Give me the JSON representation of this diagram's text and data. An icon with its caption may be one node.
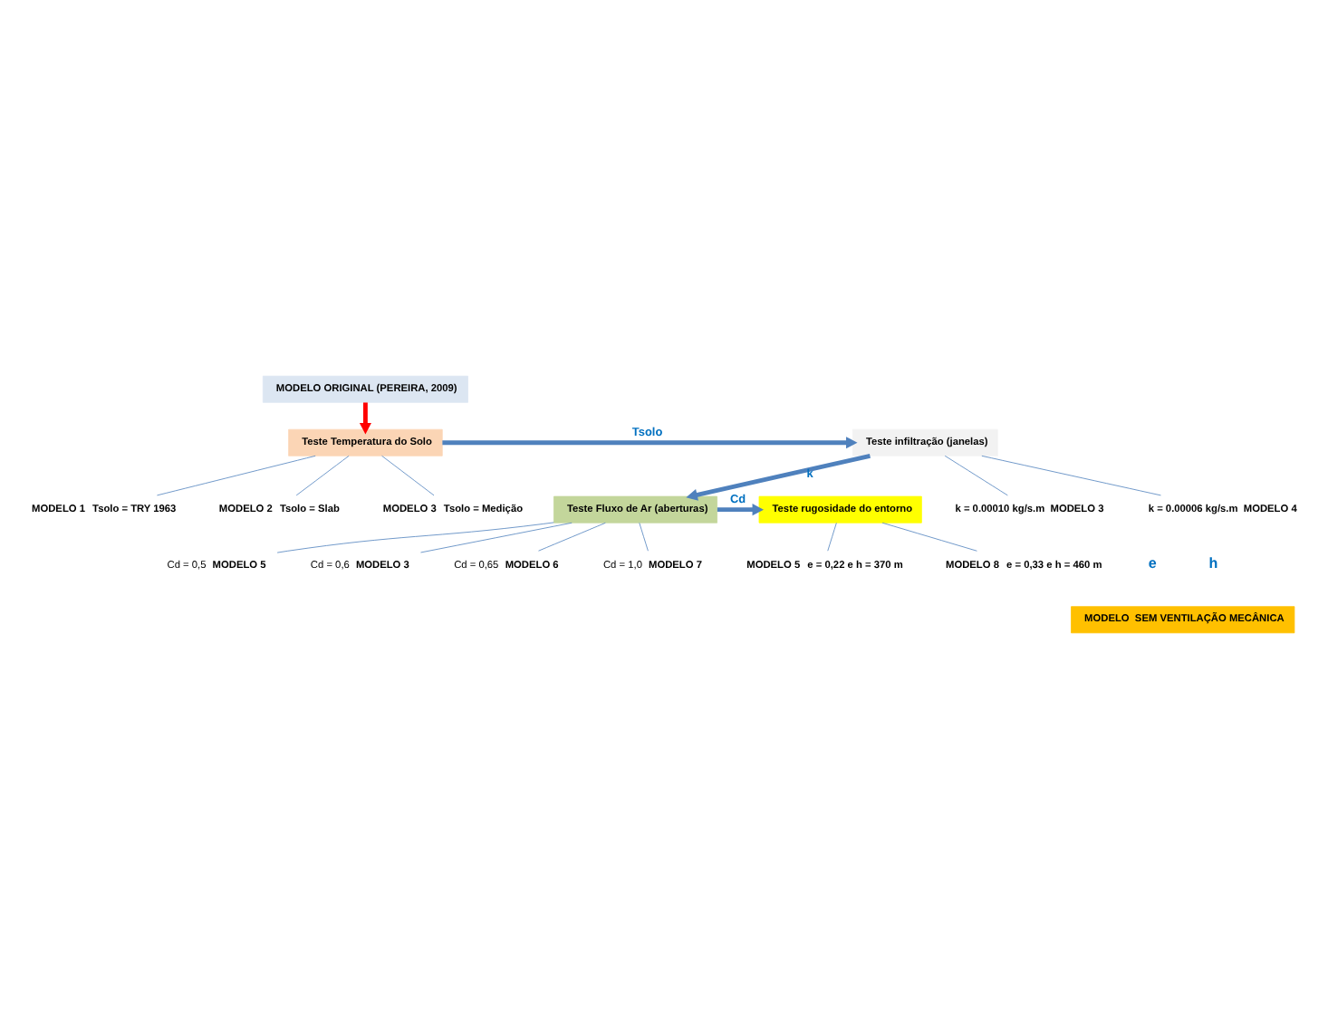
{
  "diagram": {
    "nodes": [
      {
        "text": [
          "MODELO ORIGINAL (PEREIRA, 2009)"
        ]
      },
      {
        "text": [
          "Teste Temperatura do Solo"
        ]
      },
      {
        "text": [
          "Teste infiltração (janelas)"
        ]
      },
      {
        "text": [
          "Teste Fluxo de Ar (aberturas)"
        ]
      },
      {
        "text": [
          "Teste rugosidade do entorno"
        ]
      },
      {
        "text": [
          "MODELO  SEM VENTILAÇÃO MECÂNICA"
        ]
      },
      {
        "text": [
          "Tsolo = TRY 1963"
        ],
        "beside": [
          "MODELO 1"
        ]
      },
      {
        "text": [
          "Tsolo = Slab"
        ],
        "beside": [
          "MODELO 2"
        ]
      },
      {
        "text": [
          "Tsolo = Medição"
        ],
        "beside": [
          "MODELO 3"
        ]
      },
      {
        "text": [
          "k = 0.00010 kg/s.m"
        ],
        "beside": [
          "MODELO 3"
        ]
      },
      {
        "text": [
          "k = 0.00006 kg/s.m"
        ],
        "beside": [
          "MODELO 4"
        ]
      },
      {
        "text": [
          "Cd = 0,5"
        ],
        "beside": [
          "MODELO 5"
        ]
      },
      {
        "text": [
          "Cd = 0,6"
        ],
        "beside": [
          "MODELO 3"
        ]
      },
      {
        "text": [
          "Cd = 0,65"
        ],
        "beside": [
          "MODELO 6"
        ]
      },
      {
        "text": [
          "Cd = 1,0"
        ],
        "beside": [
          "MODELO 7"
        ]
      },
      {
        "text": [
          "e = 0,22 e h = 370 m"
        ],
        "beside": [
          "MODELO 5"
        ]
      },
      {
        "text": [
          "e = 0,33 e h = 460 m"
        ],
        "beside": [
          "MODELO 8"
        ]
      }
    ],
    "edges": [
      {
        "from": 0,
        "to": 1,
        "arrow": "to",
        "style": "thick",
        "color": "#ff0000"
      },
      {
        "from": 1,
        "to": 2,
        "arrow": "to",
        "label": "Tsolo",
        "style": "thick"
      },
      {
        "from": 2,
        "to": 3,
        "arrow": "to",
        "label": "k",
        "style": "thick"
      },
      {
        "from": 3,
        "to": 4,
        "arrow": "to",
        "label": "Cd",
        "style": "thick"
      },
      {
        "from": 1,
        "to": 6,
        "arrow": "none"
      },
      {
        "from": 1,
        "to": 7,
        "arrow": "none"
      },
      {
        "from": 1,
        "to": 8,
        "arrow": "none"
      },
      {
        "from": 2,
        "to": 9,
        "arrow": "none"
      },
      {
        "from": 2,
        "to": 10,
        "arrow": "none"
      },
      {
        "from": 3,
        "to": 11,
        "arrow": "none"
      },
      {
        "from": 3,
        "to": 12,
        "arrow": "none"
      },
      {
        "from": 3,
        "to": 13,
        "arrow": "none"
      },
      {
        "from": 3,
        "to": 14,
        "arrow": "none"
      },
      {
        "from": 4,
        "to": 15,
        "arrow": "none"
      },
      {
        "from": 4,
        "to": 16,
        "arrow": "none"
      }
    ],
    "labels": [
      "e",
      "h"
    ]
  }
}
